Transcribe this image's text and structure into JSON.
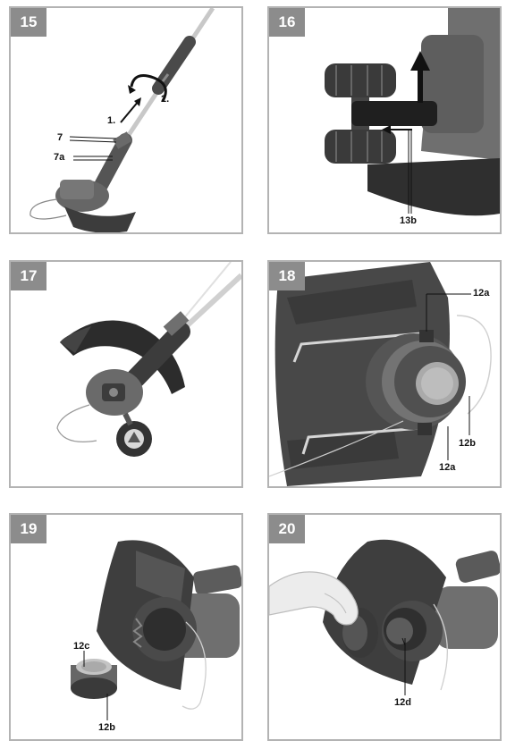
{
  "panels": [
    {
      "number": "15",
      "callouts": {
        "step1": "1.",
        "step2": "2.",
        "label_a": "7",
        "label_b": "7a"
      }
    },
    {
      "number": "16",
      "callouts": {
        "label_a": "13b"
      }
    },
    {
      "number": "17",
      "callouts": {}
    },
    {
      "number": "18",
      "callouts": {
        "label_a": "12a",
        "label_b": "12b",
        "label_c": "12a"
      }
    },
    {
      "number": "19",
      "callouts": {
        "label_a": "12c",
        "label_b": "12b"
      }
    },
    {
      "number": "20",
      "callouts": {
        "label_a": "12d"
      }
    }
  ],
  "colors": {
    "badge": "#8c8c8c",
    "frame": "#b3b3b3",
    "dark_plastic": "#3c3c3c",
    "grey_plastic": "#707070"
  }
}
